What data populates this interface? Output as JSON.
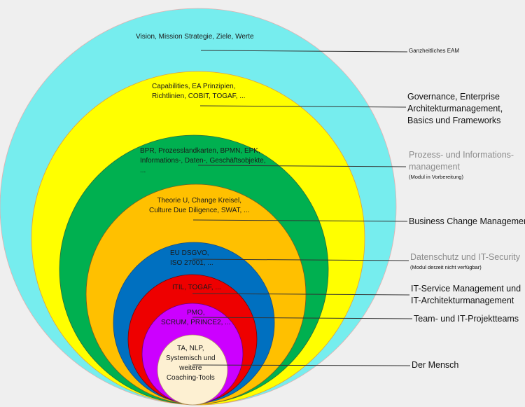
{
  "rings": [
    {
      "id": "eam",
      "color": "#76EDEE",
      "inner_text": "Vision, Mission Strategie, Ziele, Werte",
      "label": "Ganzheitliches EAM",
      "note": ""
    },
    {
      "id": "governance",
      "color": "#FFFF00",
      "inner_text": "Capabilities, EA Prinzipien,\nRichtlinien, COBIT, TOGAF, ...",
      "label": "Governance, Enterprise\nArchitekturmanagement,\nBasics und Frameworks",
      "note": ""
    },
    {
      "id": "prozess",
      "color": "#00B050",
      "inner_text": "BPR, Prozesslandkarten, BPMN, EPK,\nInformations-, Daten-, Geschäftsobjekte,\n...",
      "label": "Prozess- und Informations-\nmanagement",
      "note": "(Modul in Vorbereitung)"
    },
    {
      "id": "change",
      "color": "#FFC000",
      "inner_text": "Theorie U, Change Kreisel,\nCulture Due Diligence, SWAT, ...",
      "label": "Business Change Management",
      "note": ""
    },
    {
      "id": "datenschutz",
      "color": "#0070C0",
      "inner_text": "EU DSGVO,\nISO 27001, ...",
      "label": "Datenschutz und IT-Security",
      "note": "(Modul derzeit nicht verfügbar)"
    },
    {
      "id": "itsm",
      "color": "#EE0000",
      "inner_text": "ITIL, TOGAF, ...",
      "label": "IT-Service Management und\nIT-Architekturmanagement",
      "note": ""
    },
    {
      "id": "team",
      "color": "#CC00FF",
      "inner_text": "PMO,\nSCRUM, PRINCE2, ...",
      "label": "Team- und IT-Projektteams",
      "note": ""
    },
    {
      "id": "mensch",
      "color": "#FDF0D2",
      "inner_text": "TA, NLP,\nSystemisch und\nweitere\nCoaching-Tools",
      "label": "Der Mensch",
      "note": ""
    }
  ]
}
